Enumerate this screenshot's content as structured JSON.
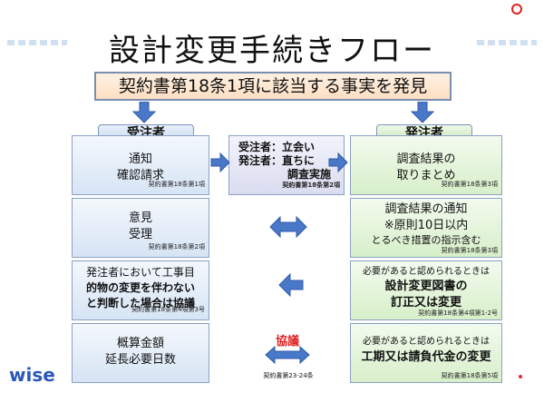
{
  "title": "設計変更手続きフロー",
  "trigger": "契約書第18条1項に該当する事実を発見",
  "contractor": {
    "header": "受注者",
    "boxes": [
      {
        "lines": [
          "通知",
          "確認請求"
        ],
        "ref": "契約書第18条第1項"
      },
      {
        "lines": [
          "意見",
          "受理"
        ],
        "ref": "契約書第18条第2項"
      },
      {
        "lines": [
          "発注者において工事目",
          "的物の変更を伴わない",
          "と判断した場合は協議"
        ],
        "ref": "契約書第18条第4項第3号"
      },
      {
        "lines": [
          "概算金額",
          "延長必要日数"
        ],
        "ref": ""
      }
    ]
  },
  "middle": {
    "lines": [
      "受注者：立会い",
      "発注者：直ちに",
      "調査実施"
    ],
    "ref": "契約書第18条第2項"
  },
  "owner": {
    "header": "発注者",
    "boxes": [
      {
        "lines": [
          "調査結果の",
          "取りまとめ"
        ],
        "ref": "契約書第18条第3項"
      },
      {
        "lines": [
          "調査結果の通知",
          "※原則10日以内",
          "とるべき措置の指示含む"
        ],
        "ref": "契約書第18条第3項"
      },
      {
        "lines": [
          "必要があると認められるときは",
          "設計変更図書の",
          "訂正又は変更"
        ],
        "ref": "契約書第18条第4項第1-2号"
      },
      {
        "lines": [
          "必要があると認められるときは",
          "工期又は請負代金の変更"
        ],
        "ref": "契約書第18条第5項"
      }
    ]
  },
  "negotiation": {
    "label": "協議",
    "ref": "契約書第23-24条"
  },
  "logo": "wise",
  "colors": {
    "arrow_blue": "#4a78c8",
    "label_red": "#e02020"
  }
}
